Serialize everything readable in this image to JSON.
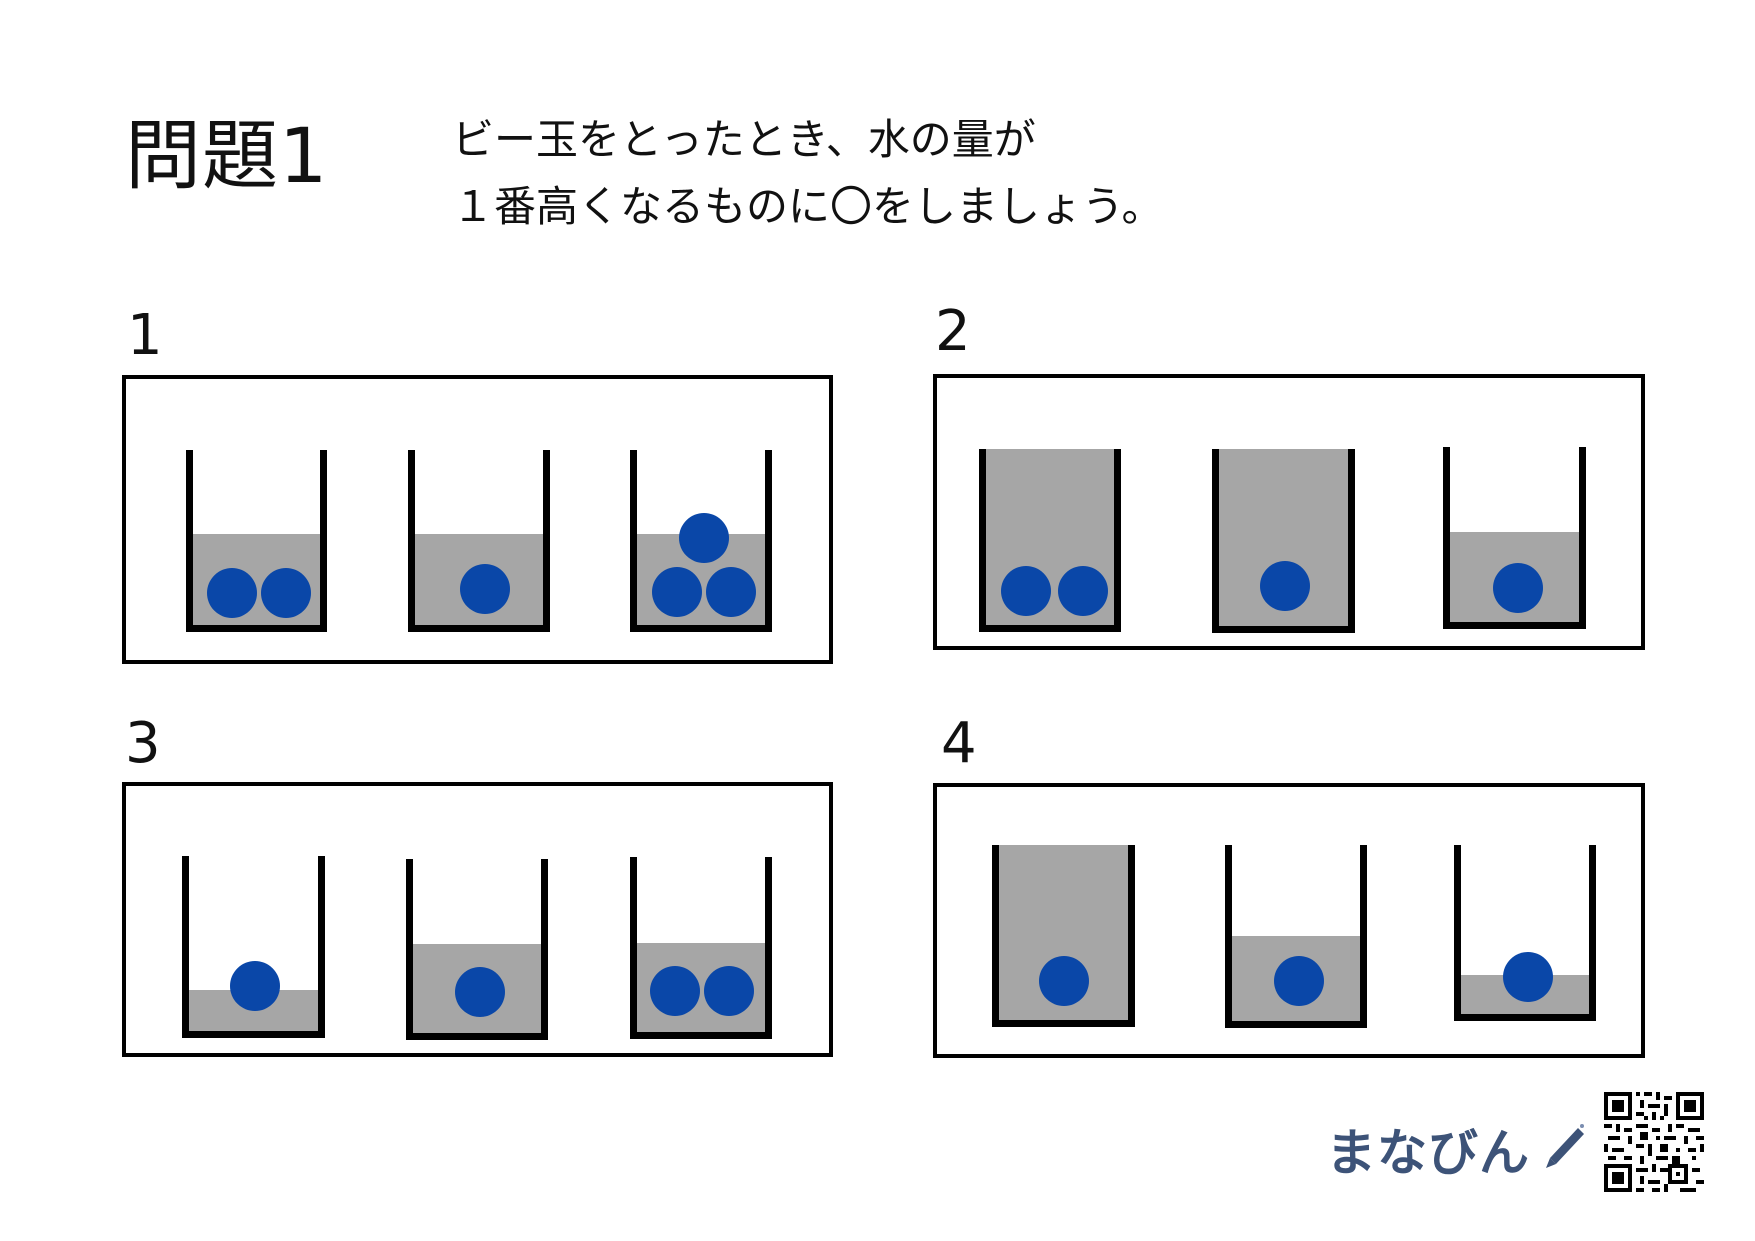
{
  "title": "問題1",
  "instruction": {
    "line1": "ビー玉をとったとき、水の量が",
    "line2": "１番高くなるものに〇をしましょう。"
  },
  "problems": [
    {
      "number": "1"
    },
    {
      "number": "2"
    },
    {
      "number": "3"
    },
    {
      "number": "4"
    }
  ],
  "logo": {
    "text": "まなびん"
  },
  "colors": {
    "marble": "#0a47a8",
    "water": "#a6a6a6",
    "logo": "#3d5378"
  }
}
